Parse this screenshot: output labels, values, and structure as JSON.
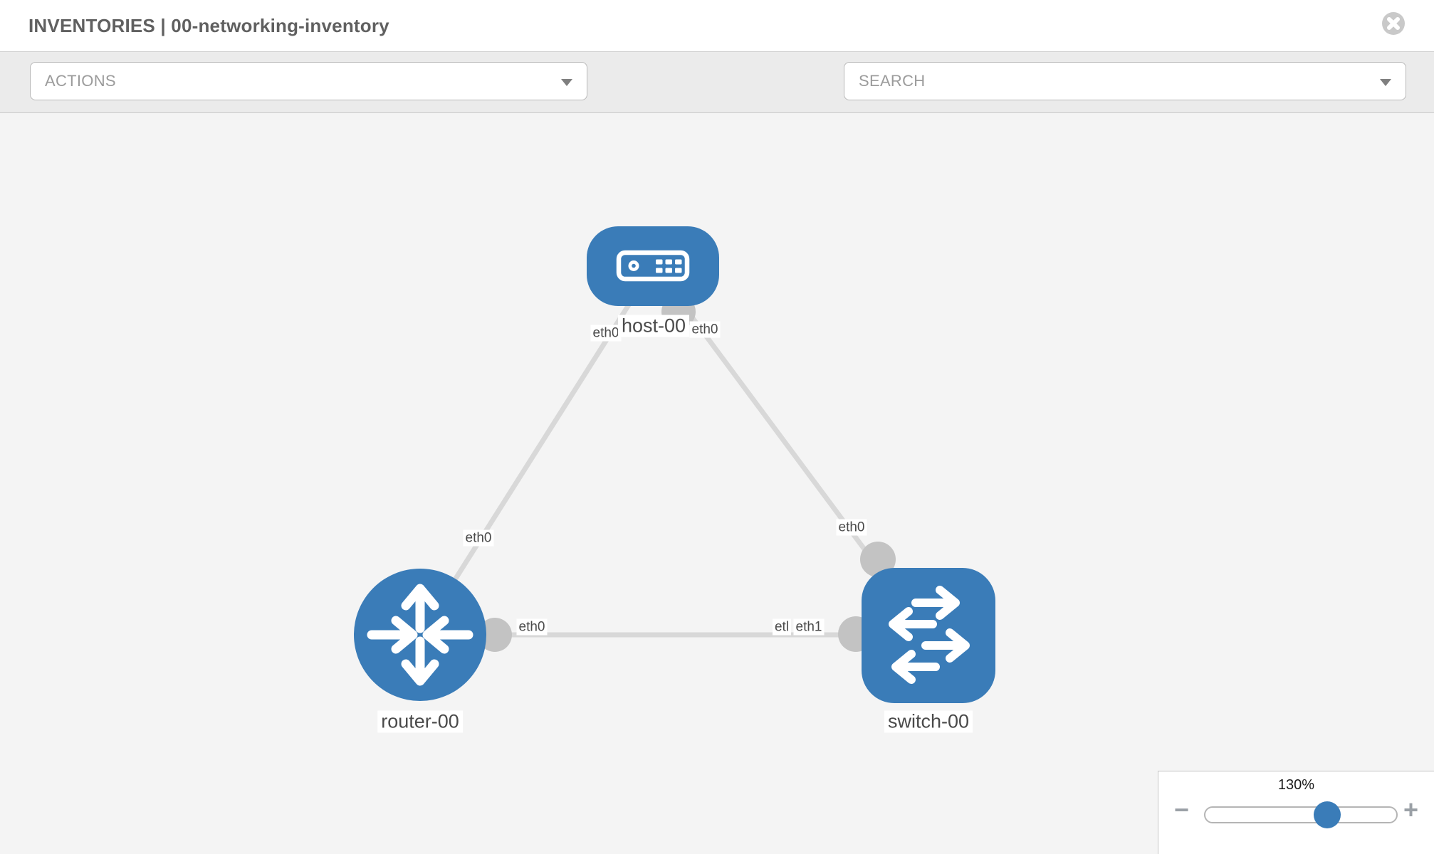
{
  "header": {
    "title": "INVENTORIES | 00-networking-inventory"
  },
  "toolbar": {
    "actions_label": "ACTIONS",
    "search_placeholder": "SEARCH",
    "tools": [
      {
        "icon": "wrench-icon"
      },
      {
        "icon": "key-icon"
      }
    ]
  },
  "topology": {
    "nodes": [
      {
        "label": "host-00",
        "type": "host",
        "icon": "server-icon"
      },
      {
        "label": "router-00",
        "type": "router",
        "icon": "router-arrows-icon"
      },
      {
        "label": "switch-00",
        "type": "switch",
        "icon": "switch-arrows-icon"
      }
    ],
    "links": [
      {
        "from": "router-00",
        "to": "host-00",
        "from_interface": "eth0",
        "to_interface": "eth0"
      },
      {
        "from": "host-00",
        "to": "switch-00",
        "from_interface": "eth0",
        "to_interface": "eth0"
      },
      {
        "from": "router-00",
        "to": "switch-00",
        "from_interface": "eth0",
        "to_interface": "eth1",
        "to_interface_overlap_visible": "etl"
      }
    ]
  },
  "zoom_control": {
    "level": "130%",
    "minus_label": "−",
    "plus_label": "+",
    "value_percent": 64
  },
  "colors": {
    "node_blue": "#3a7cb8",
    "link_gray": "#d8d8d8",
    "connector_gray": "#c3c3c3",
    "toolbar_bg": "#ebebeb",
    "canvas_bg": "#f4f4f4"
  }
}
